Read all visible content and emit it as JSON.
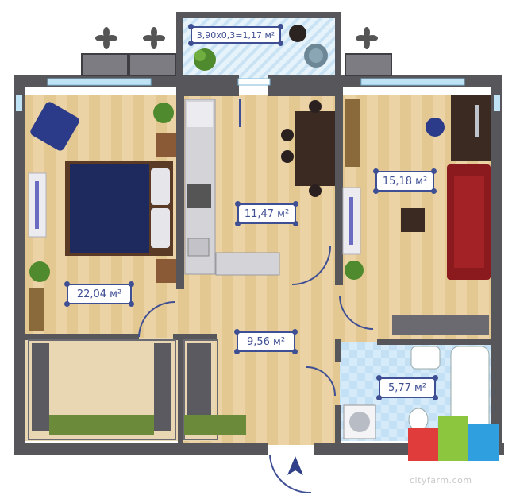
{
  "rooms": {
    "balcony": {
      "label": "3,90x0,3=1,17 м²"
    },
    "bedroom": {
      "label": "22,04 м²"
    },
    "kitchen": {
      "label": "11,47 м²"
    },
    "living": {
      "label": "15,18 м²"
    },
    "hall": {
      "label": "9,56 м²"
    },
    "bathroom": {
      "label": "5,77 м²"
    }
  },
  "watermark": {
    "text": "cityfarm.com"
  },
  "colors": {
    "wall": "#5a5a5f",
    "floor_wood": "#e9cf9f",
    "tile": "#cfe6f7",
    "accent": "#3f4f93",
    "sofa": "#8b1a1e",
    "bed": "#1e2a5e"
  }
}
